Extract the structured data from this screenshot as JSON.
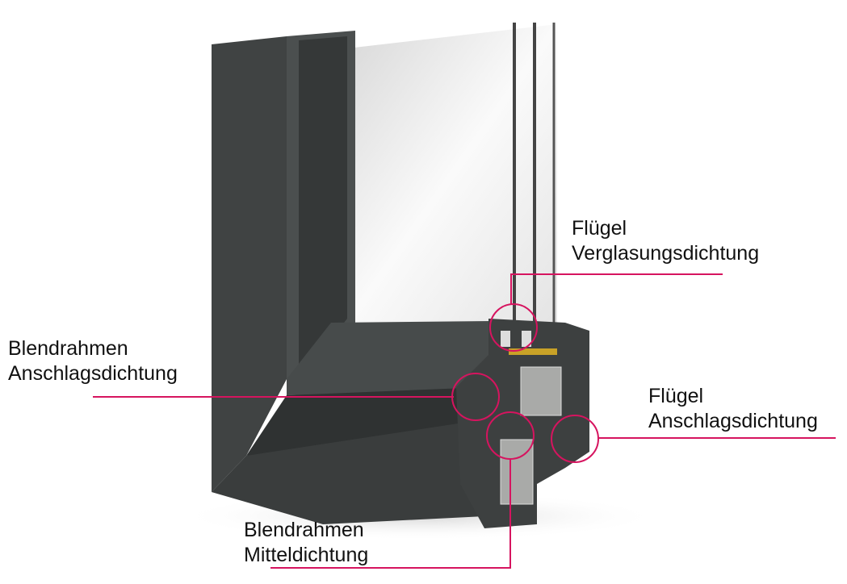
{
  "colors": {
    "accent": "#d6145f",
    "frame": "#3c3f3f",
    "frame_light": "#4a4e4e",
    "frame_dark": "#2a2c2c"
  },
  "labels": [
    {
      "line1": "Flügel",
      "line2": "Verglasungsdichtung"
    },
    {
      "line1": "Blendrahmen",
      "line2": "Anschlagsdichtung"
    },
    {
      "line1": "Flügel",
      "line2": "Anschlagsdichtung"
    },
    {
      "line1": "Blendrahmen",
      "line2": "Mitteldichtung"
    }
  ]
}
